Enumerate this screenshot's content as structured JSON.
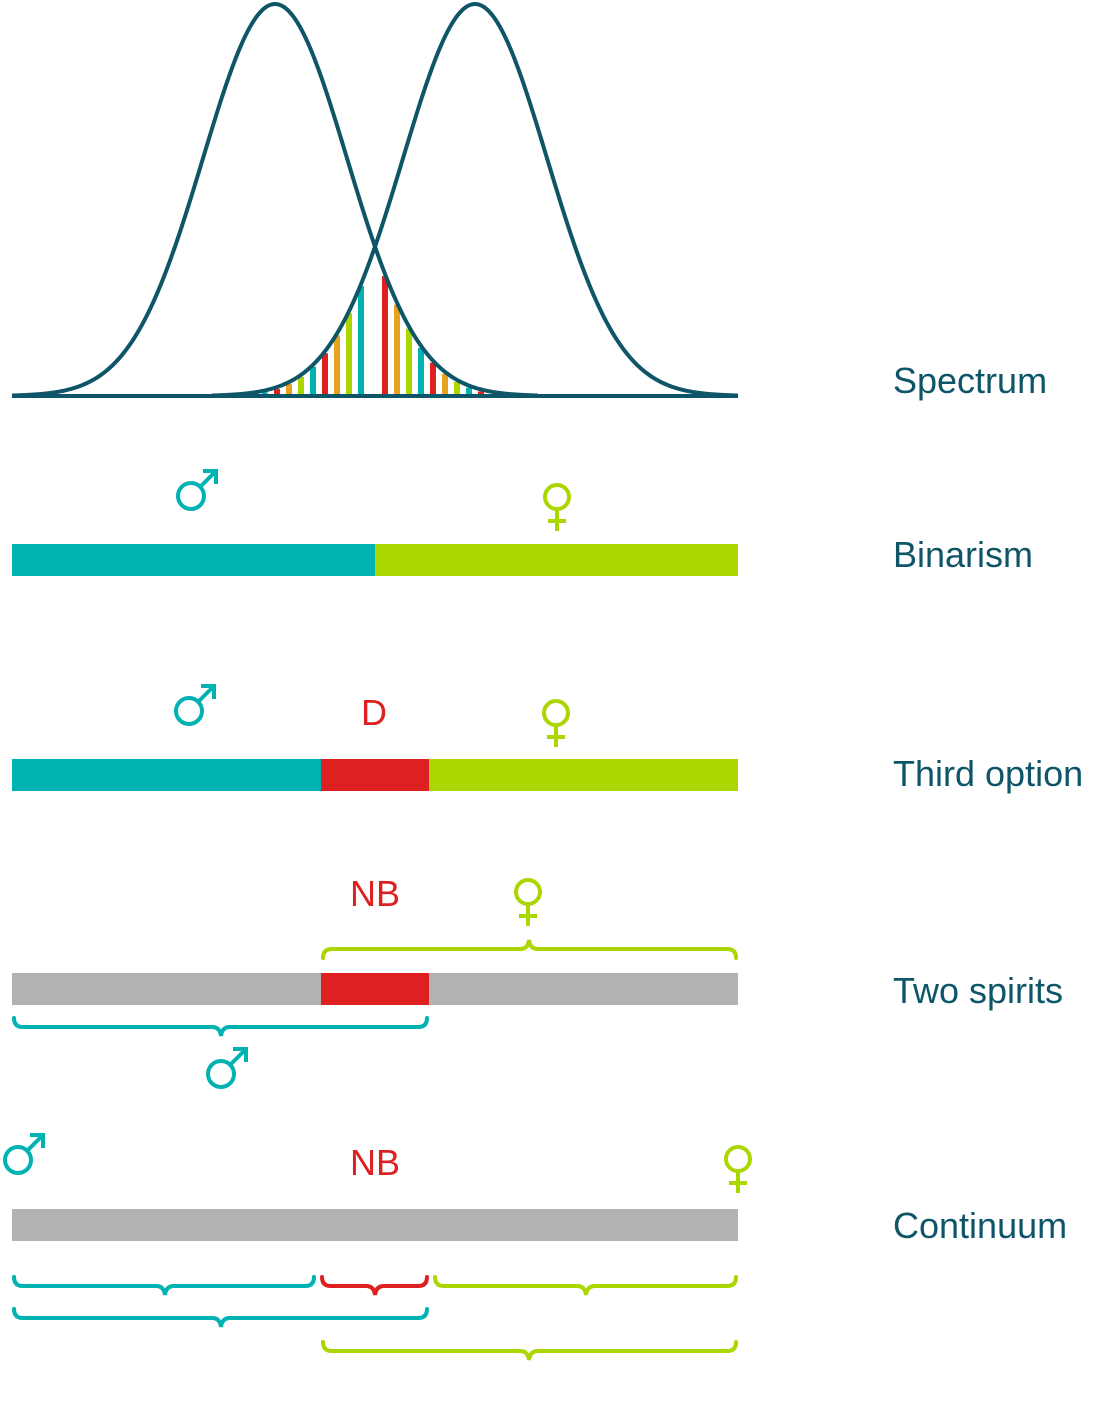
{
  "colors": {
    "navy": "#0d5567",
    "teal": "#00b2b2",
    "lime": "#abd600",
    "red": "#df2020",
    "orange": "#eaa11d",
    "gray": "#b2b2b2"
  },
  "icons": {
    "male": "male-symbol-icon",
    "female": "female-symbol-icon"
  },
  "rows": [
    {
      "id": "spectrum",
      "label": "Spectrum"
    },
    {
      "id": "binarism",
      "label": "Binarism"
    },
    {
      "id": "third-option",
      "label": "Third option",
      "middle_text": "D"
    },
    {
      "id": "two-spirits",
      "label": "Two spirits",
      "middle_text": "NB"
    },
    {
      "id": "continuum",
      "label": "Continuum",
      "middle_text": "NB"
    }
  ]
}
